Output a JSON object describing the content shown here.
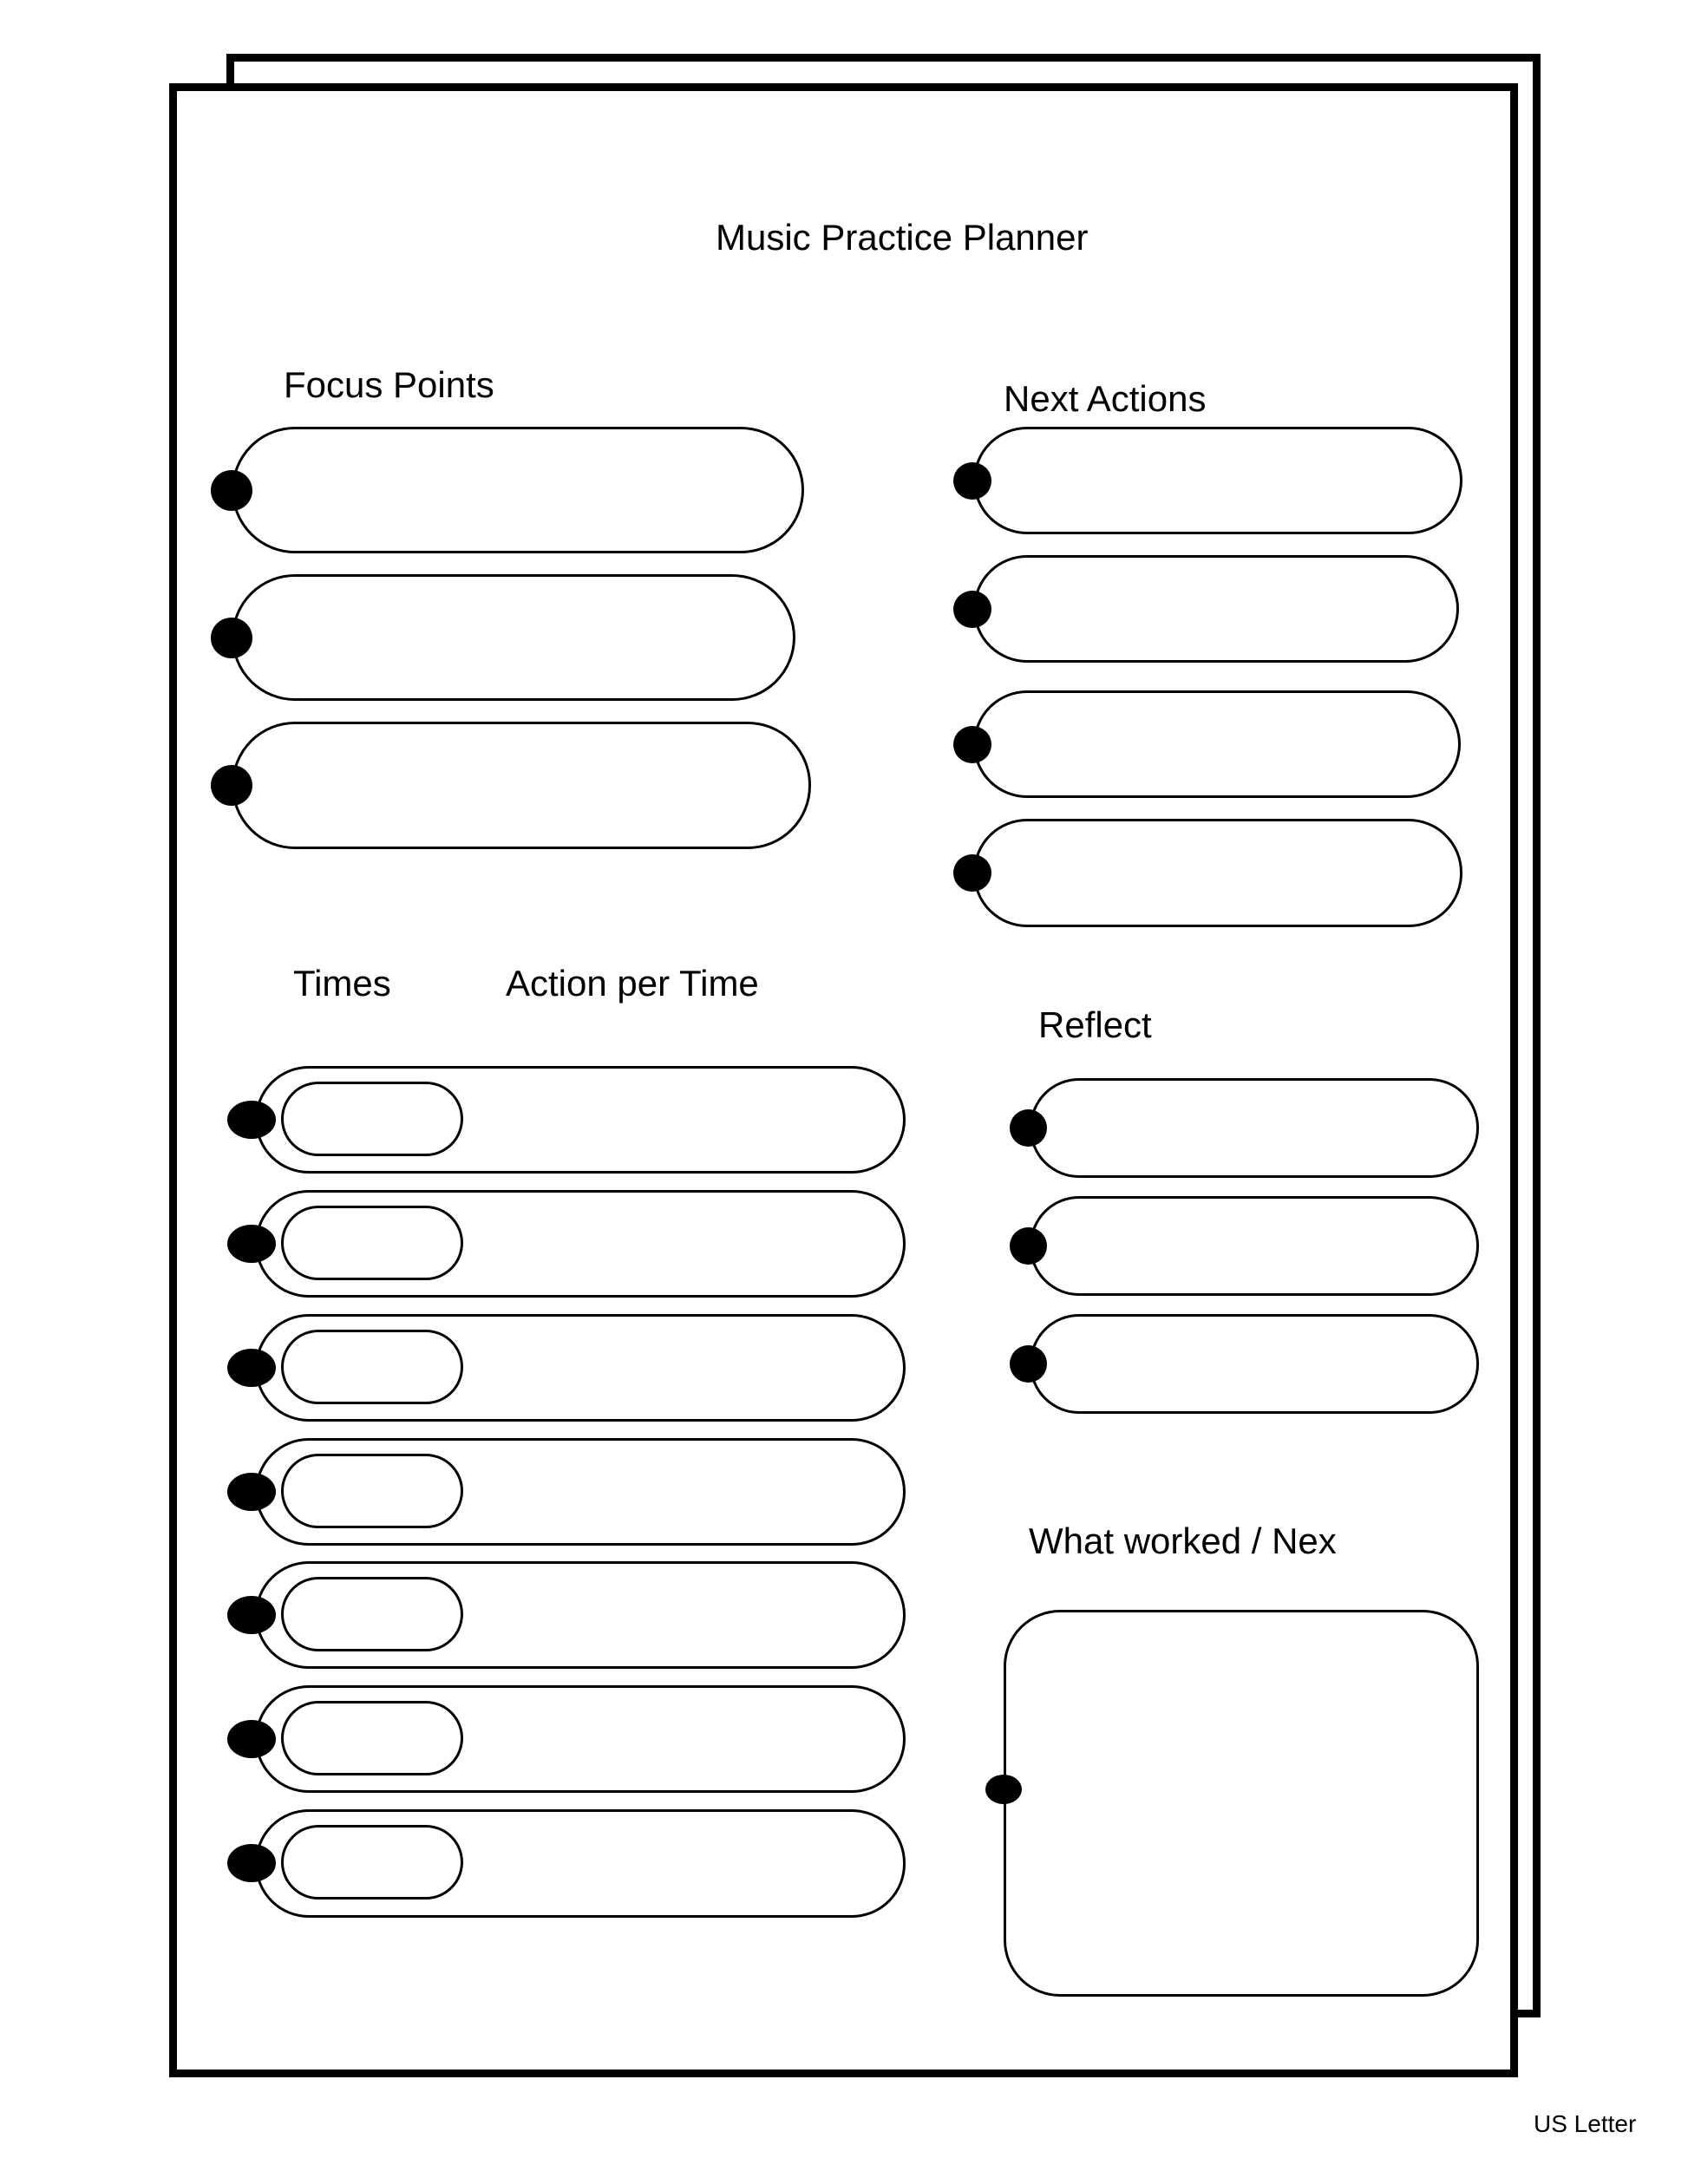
{
  "page": {
    "title": "Music Practice Planner",
    "footer_label": "US Letter",
    "ink_color": "#000000",
    "paper_color": "#ffffff"
  },
  "sections": {
    "focus_points": {
      "heading": "Focus Points",
      "slot_count": 3,
      "slots": [
        "",
        "",
        ""
      ]
    },
    "next_actions": {
      "heading": "Next Actions",
      "slot_count": 4,
      "slots": [
        "",
        "",
        "",
        ""
      ]
    },
    "times": {
      "times_heading": "Times",
      "action_heading": "Action per Time",
      "row_count": 7,
      "rows": [
        {
          "time": "",
          "action": ""
        },
        {
          "time": "",
          "action": ""
        },
        {
          "time": "",
          "action": ""
        },
        {
          "time": "",
          "action": ""
        },
        {
          "time": "",
          "action": ""
        },
        {
          "time": "",
          "action": ""
        },
        {
          "time": "",
          "action": ""
        }
      ]
    },
    "reflect": {
      "heading": "Reflect",
      "slot_count": 3,
      "slots": [
        "",
        "",
        ""
      ]
    },
    "what_worked": {
      "heading": "What worked / Nex",
      "note": ""
    }
  }
}
